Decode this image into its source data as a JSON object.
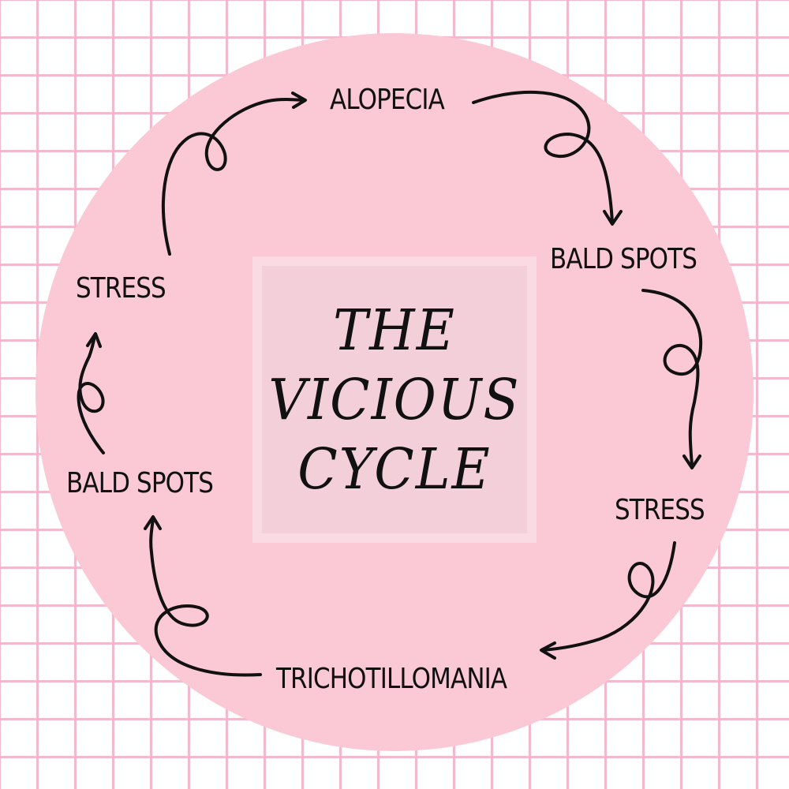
{
  "diagram": {
    "title_lines": [
      "THE",
      "VICIOUS",
      "CYCLE"
    ],
    "nodes": {
      "top": "ALOPECIA",
      "right_upper": "BALD SPOTS",
      "right_lower": "STRESS",
      "bottom": "TRICHOTILLOMANIA",
      "left_lower": "BALD SPOTS",
      "left_upper": "STRESS"
    },
    "colors": {
      "circle": "#fbc8d6",
      "center_box_border": "#fadbe3",
      "center_box_fill": "#f3cfd9",
      "grid_lines": "#f4b9cc",
      "ink": "#111111"
    }
  }
}
